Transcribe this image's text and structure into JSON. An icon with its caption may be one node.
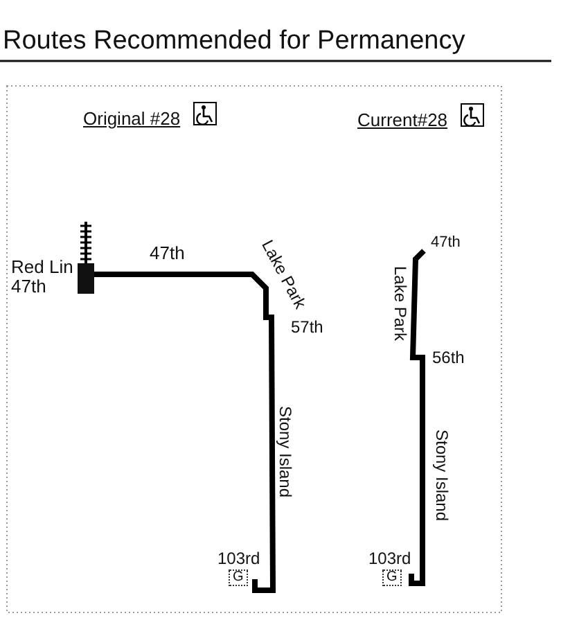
{
  "diagram": {
    "title": "Routes Recommended for Permanency",
    "labels": [
      "Original #28",
      "Current#28",
      "Red Lin",
      "47th",
      "47th",
      "Lake Park",
      "57th",
      "Stony Island",
      "103rd",
      "G",
      "47th",
      "Lake Park",
      "56th",
      "Stony Island",
      "103rd",
      "G"
    ]
  }
}
